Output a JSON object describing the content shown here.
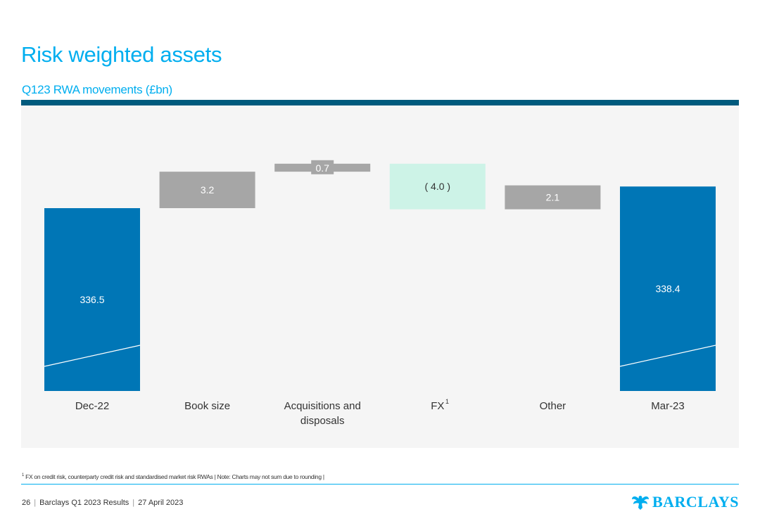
{
  "header": {
    "title": "Risk weighted assets",
    "subtitle": "Q123 RWA movements (£bn)"
  },
  "chart_data": {
    "type": "waterfall",
    "title": "Q123 RWA movements (£bn)",
    "categories": [
      "Dec-22",
      "Book size",
      "Acquisitions and disposals",
      "FX",
      "Other",
      "Mar-23"
    ],
    "category_superscripts": [
      "",
      "",
      "",
      "1",
      "",
      ""
    ],
    "values": [
      336.5,
      3.2,
      0.7,
      -4.0,
      2.1,
      338.4
    ],
    "value_labels": [
      "336.5",
      "3.2",
      "0.7",
      "( 4.0 )",
      "2.1",
      "338.4"
    ],
    "kinds": [
      "total",
      "increase",
      "increase",
      "decrease",
      "increase",
      "total"
    ],
    "axis_break": true,
    "colors": {
      "total": "#0076b6",
      "increase": "#a6a6a6",
      "decrease": "#cdf3e7",
      "label_light": "#ffffff",
      "label_dark": "#333333"
    }
  },
  "footnote": {
    "marker": "1",
    "text": "FX on credit risk, counterparty credit risk and standardised market risk RWAs | Note: Charts may not sum due to rounding |"
  },
  "footer": {
    "page_number": "26",
    "document": "Barclays Q1 2023 Results",
    "date": "27 April 2023",
    "brand": "BARCLAYS"
  },
  "colors": {
    "accent": "#00aeef",
    "rule": "#005a7d",
    "panel": "#f5f5f5"
  }
}
